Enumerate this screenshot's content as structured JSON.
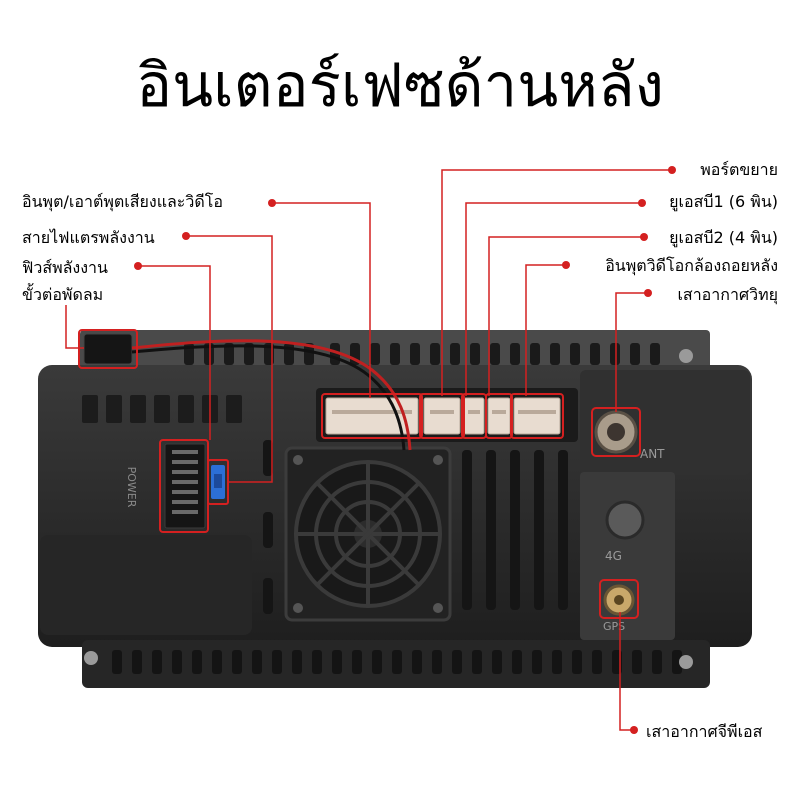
{
  "title": "อินเตอร์เฟซด้านหลัง",
  "labels": {
    "expansion_port": "พอร์ตขยาย",
    "usb1": "ยูเอสบี1 (6 พิน)",
    "usb2": "ยูเอสบี2 (4 พิน)",
    "rear_camera_input": "อินพุตวิดีโอกล้องถอยหลัง",
    "radio_antenna": "เสาอากาศวิทยุ",
    "gps_antenna": "เสาอากาศจีพีเอส",
    "av_io": "อินพุต/เอาต์พุตเสียงและวิดีโอ",
    "power_cable": "สายไฟแตรพลังงาน",
    "power_fuse": "ฟิวส์พลังงาน",
    "fan_connector": "ขั้วต่อพัดลม"
  },
  "device_text": {
    "power": "POWER",
    "ant": "ANT",
    "g4": "4G",
    "gps": "GPS"
  },
  "colors": {
    "callout": "#d42020",
    "device": "#2c2c2c",
    "connector": "#e8dcd0"
  }
}
